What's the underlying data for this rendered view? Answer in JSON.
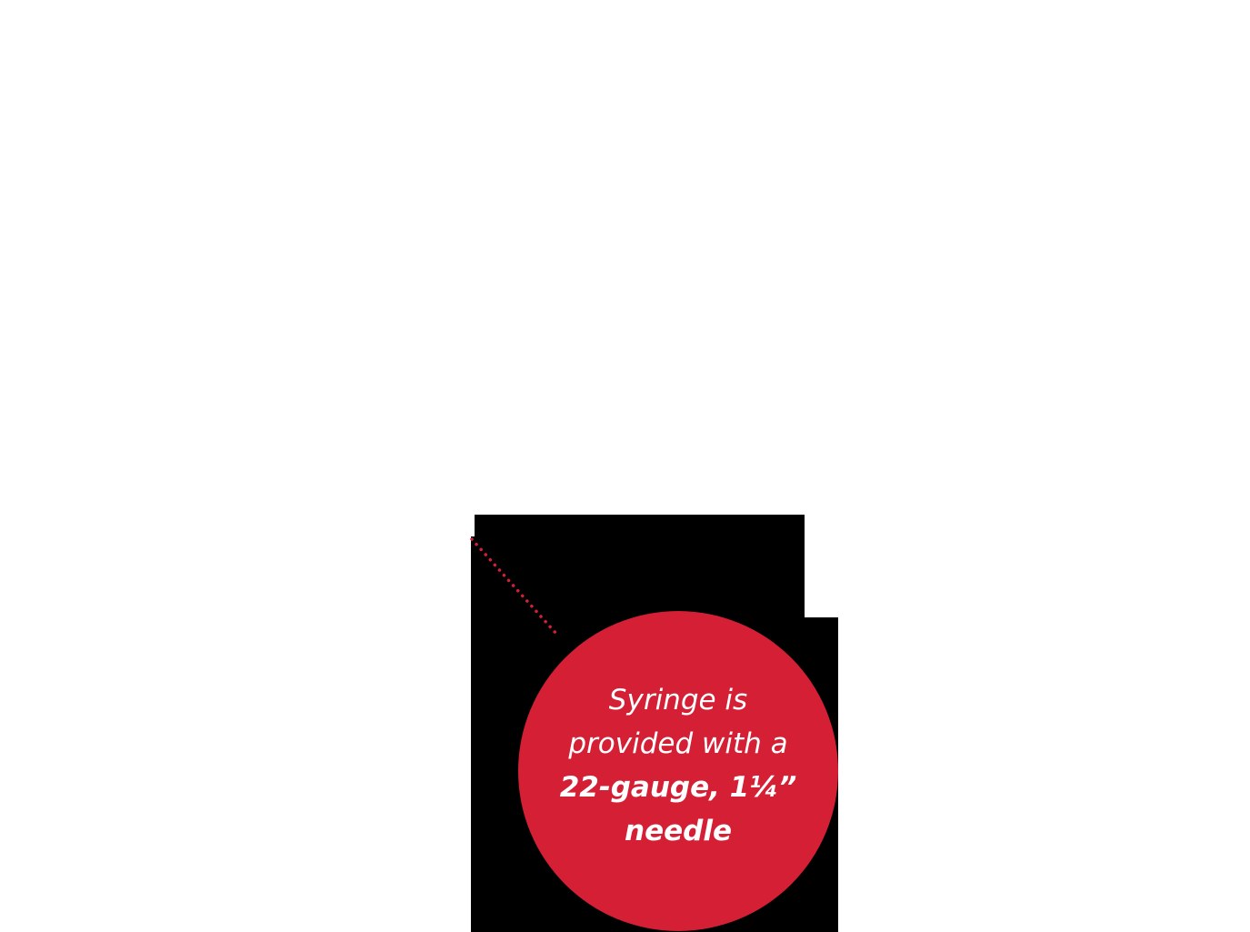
{
  "callout": {
    "line1": "Syringe is",
    "line2": "provided with a",
    "line3": "22-gauge, 1¼”",
    "line4": "needle"
  },
  "colors": {
    "accent": "#d41f35",
    "backdrop": "#000000",
    "text": "#ffffff"
  }
}
